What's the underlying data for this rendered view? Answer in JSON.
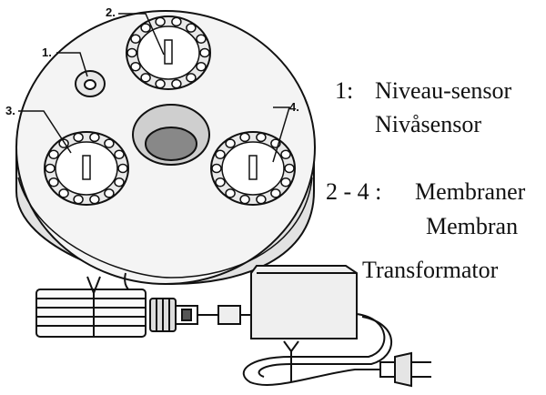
{
  "callouts": {
    "c1": "1.",
    "c2": "2.",
    "c3": "3.",
    "c4": "4."
  },
  "legend": {
    "item1_number": "1:",
    "item1_line1": "Niveau-sensor",
    "item1_line2": "Nivåsensor",
    "item2_range": "2 - 4 :",
    "item2_line1": "Membraner",
    "item2_line2": "Membran",
    "transformer": "Transformator"
  },
  "colors": {
    "ink": "#111111",
    "device_fill": "#f4f4f4",
    "shadow": "#bdbdbd"
  }
}
